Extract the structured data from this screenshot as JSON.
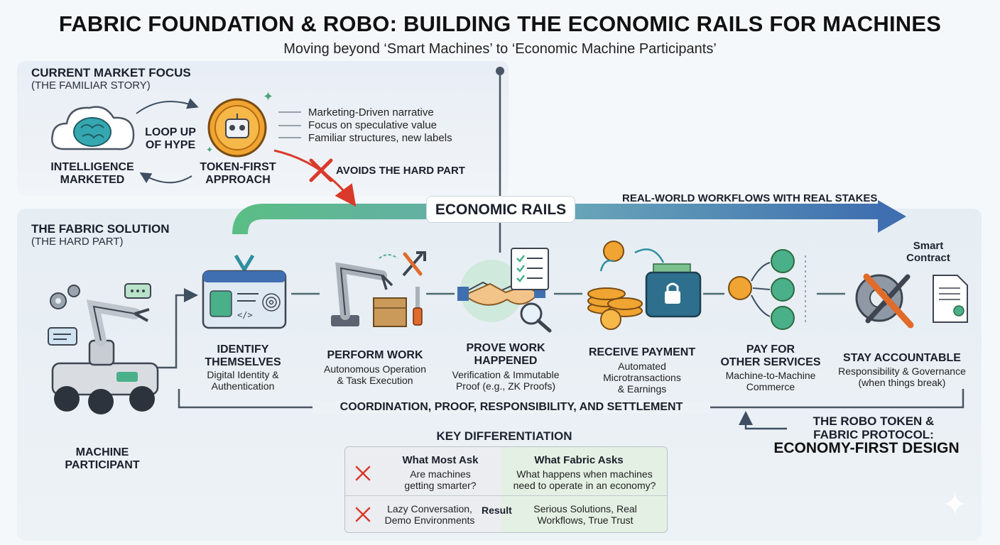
{
  "header": {
    "title": "FABRIC FOUNDATION & ROBO: BUILDING THE ECONOMIC RAILS FOR MACHINES",
    "subtitle": "Moving beyond ‘Smart Machines’ to ‘Economic Machine Participants’"
  },
  "market": {
    "title": "CURRENT MARKET FOCUS",
    "subtitle": "(THE FAMILIAR STORY)",
    "loop_label_1": "LOOP UP",
    "loop_label_2": "OF HYPE",
    "intelligence_1": "INTELLIGENCE",
    "intelligence_2": "MARKETED",
    "token_first_1": "TOKEN-FIRST",
    "token_first_2": "APPROACH",
    "bullets": [
      "Marketing-Driven narrative",
      "Focus on speculative value",
      "Familiar structures, new labels"
    ],
    "avoids": "AVOIDS THE HARD PART"
  },
  "solution": {
    "title": "THE FABRIC SOLUTION",
    "subtitle": "(THE HARD PART)",
    "rails": "ECONOMIC RAILS",
    "flow_label": "REAL-WORLD WORKFLOWS WITH REAL STAKES",
    "machine_1": "MACHINE",
    "machine_2": "PARTICIPANT",
    "steps": [
      {
        "t1": "IDENTIFY",
        "t2": "THEMSELVES",
        "d1": "Digital Identity &",
        "d2": "Authentication",
        "d3": ""
      },
      {
        "t1": "PERFORM WORK",
        "t2": "",
        "d1": "Autonomous Operation",
        "d2": "& Task Execution",
        "d3": ""
      },
      {
        "t1": "PROVE WORK",
        "t2": "HAPPENED",
        "d1": "Verification & Immutable",
        "d2": "Proof (e.g., ZK Proofs)",
        "d3": ""
      },
      {
        "t1": "RECEIVE PAYMENT",
        "t2": "",
        "d1": "Automated",
        "d2": "Microtransactions",
        "d3": "& Earnings"
      },
      {
        "t1": "PAY FOR",
        "t2": "OTHER SERVICES",
        "d1": "Machine-to-Machine",
        "d2": "Commerce",
        "d3": ""
      },
      {
        "t1": "STAY ACCOUNTABLE",
        "t2": "",
        "d1": "Responsibility & Governance",
        "d2": "(when things break)",
        "d3": ""
      }
    ],
    "smart_contract_1": "Smart",
    "smart_contract_2": "Contract",
    "coordination": "COORDINATION, PROOF, RESPONSIBILITY, AND SETTLEMENT",
    "robo_1": "THE ROBO TOKEN &",
    "robo_2": "FABRIC PROTOCOL:",
    "robo_3": "ECONOMY-FIRST DESIGN"
  },
  "differentiation": {
    "title": "KEY DIFFERENTIATION",
    "col_left": "What Most Ask",
    "col_right": "What Fabric Asks",
    "left_q1": "Are machines",
    "left_q2": "getting smarter?",
    "right_q1": "What happens when machines",
    "right_q2": "need to operate in an economy?",
    "result": "Result",
    "left_r1": "Lazy Conversation,",
    "left_r2": "Demo Environments",
    "right_r1": "Serious Solutions, Real",
    "right_r2": "Workflows, True Trust"
  },
  "colors": {
    "green": "#4caf78",
    "blue": "#3f6fb0",
    "red": "#d93a2b",
    "gold": "#f0a431",
    "teal": "#2f8ea0"
  },
  "icons": [
    "brain-cloud-icon",
    "robot-coin-icon",
    "sparkle-icon",
    "robot-arm-icon",
    "gear-icon",
    "chat-icon",
    "id-badge-icon",
    "fingerprint-icon",
    "wrench-icon",
    "screwdriver-icon",
    "handshake-icon",
    "magnifier-icon",
    "checklist-icon",
    "coins-icon",
    "wallet-icon",
    "lock-icon",
    "network-icon",
    "tools-gear-icon",
    "contract-icon",
    "cross-icon"
  ]
}
